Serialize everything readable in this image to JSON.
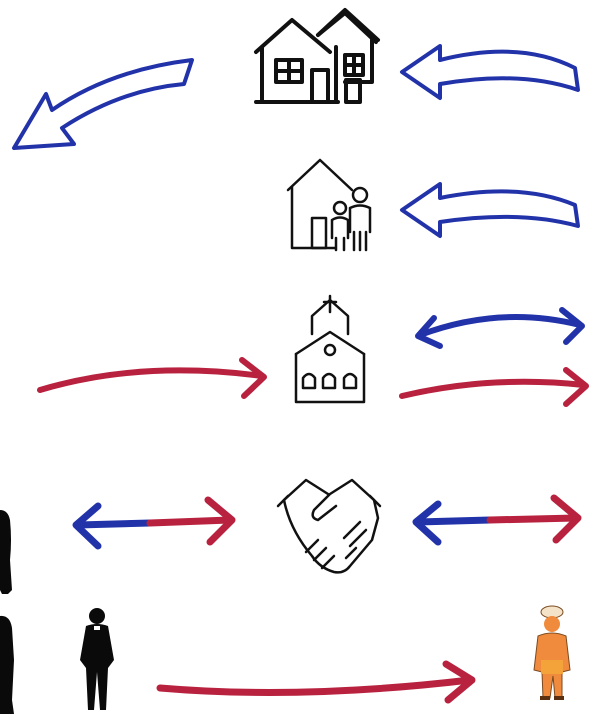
{
  "colors": {
    "blue": "#2233aa",
    "red": "#b8223f",
    "icon": "#111111",
    "silhouette": "#0a0a0a",
    "worker_skin": "#f08a3c",
    "worker_helmet": "#f4e3c8"
  },
  "icons": [
    "houses-icon",
    "family-home-icon",
    "church-icon",
    "handshake-icon"
  ],
  "figures": [
    "person-silhouette",
    "priest-silhouette",
    "worker-figure"
  ],
  "arrows": [
    {
      "name": "arrow-houses-right",
      "color": "blue",
      "direction": "left"
    },
    {
      "name": "arrow-houses-left",
      "color": "blue",
      "direction": "down-left"
    },
    {
      "name": "arrow-family",
      "color": "blue",
      "direction": "left"
    },
    {
      "name": "arrow-church-upper",
      "color": "blue",
      "direction": "both"
    },
    {
      "name": "arrow-church-lower",
      "color": "red",
      "direction": "right"
    },
    {
      "name": "arrow-into-church",
      "color": "red",
      "direction": "right"
    },
    {
      "name": "arrow-handshake-left",
      "color": "blue-red",
      "direction": "both"
    },
    {
      "name": "arrow-handshake-right",
      "color": "blue-red",
      "direction": "both"
    },
    {
      "name": "arrow-bottom",
      "color": "red",
      "direction": "right"
    }
  ]
}
